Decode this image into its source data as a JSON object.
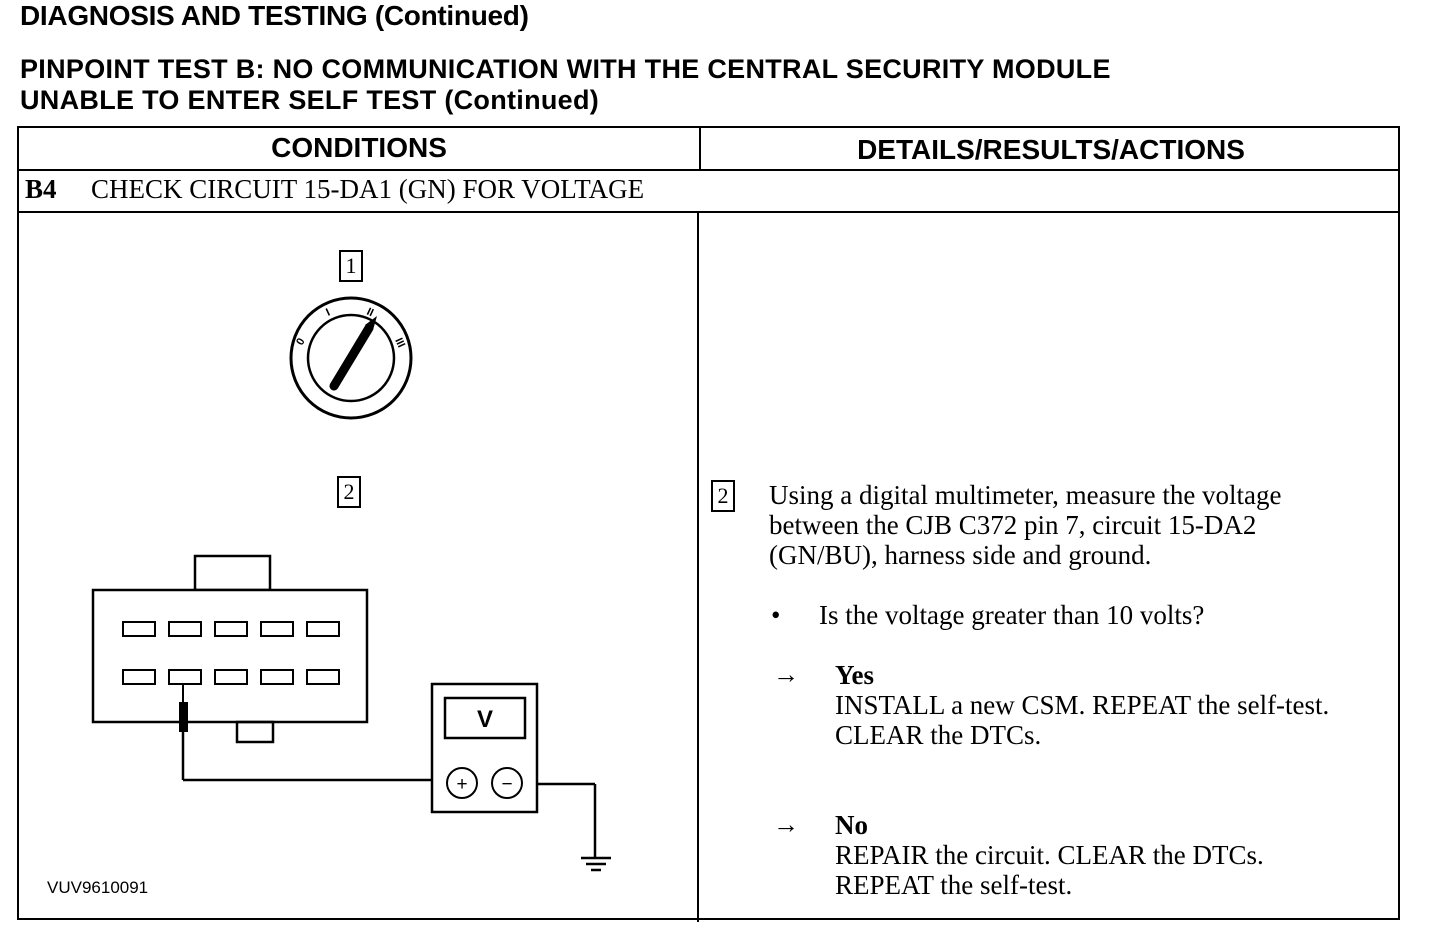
{
  "document": {
    "title": "DIAGNOSIS AND TESTING (Continued)",
    "test_title_line1": "PINPOINT TEST B: NO COMMUNICATION WITH THE CENTRAL SECURITY MODULE",
    "test_title_line2": "UNABLE TO ENTER SELF TEST (Continued)"
  },
  "table": {
    "headers": {
      "conditions": "CONDITIONS",
      "details": "DETAILS/RESULTS/ACTIONS"
    },
    "step": {
      "id": "B4",
      "title": "CHECK CIRCUIT 15-DA1 (GN) FOR VOLTAGE"
    },
    "figure": {
      "callout_1": "1",
      "callout_2": "2",
      "ignition_positions": [
        "0",
        "I",
        "II",
        "III"
      ],
      "meter_label": "V",
      "plus": "+",
      "minus": "−",
      "figure_id": "VUV9610091"
    },
    "details": {
      "callout": "2",
      "instruction": "Using a digital multimeter, measure the voltage between the CJB C372 pin 7, circuit 15-DA2 (GN/BU), harness side and ground.",
      "bullet": "•",
      "question": "Is the voltage greater than 10 volts?",
      "arrow": "→",
      "yes_label": "Yes",
      "yes_action": "INSTALL a new CSM. REPEAT the self-test. CLEAR the DTCs.",
      "no_label": "No",
      "no_action": "REPAIR the circuit. CLEAR the DTCs. REPEAT the self-test."
    }
  }
}
